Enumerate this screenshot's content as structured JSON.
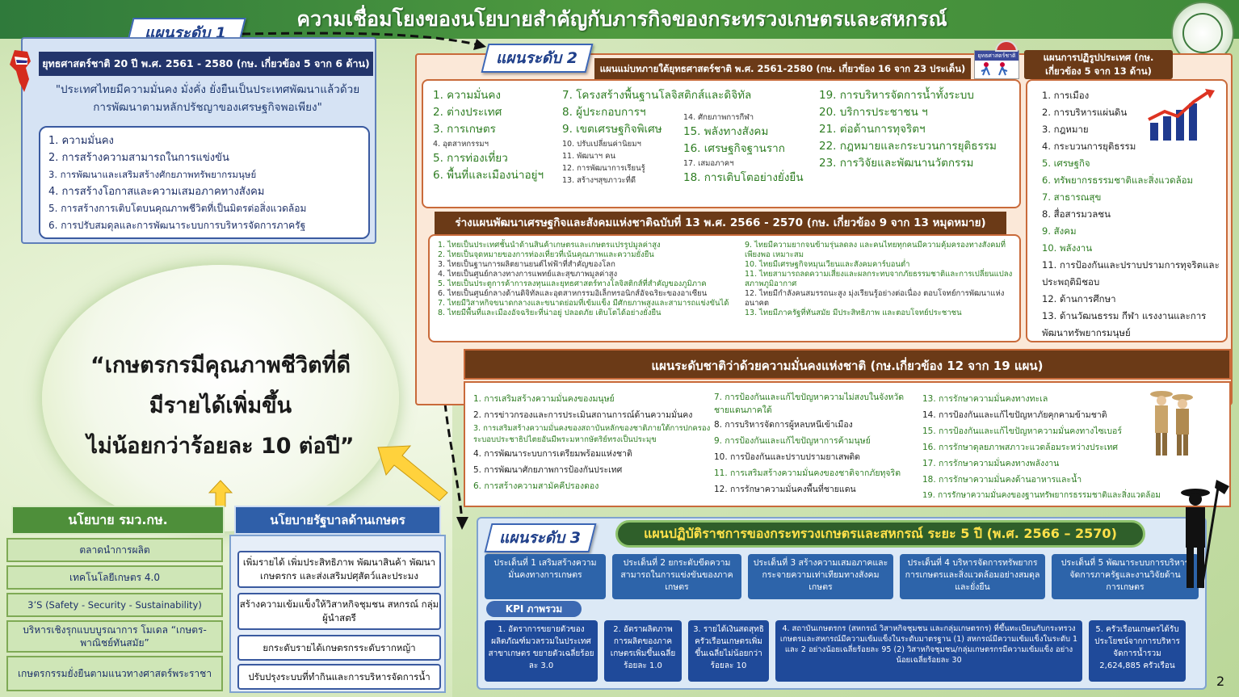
{
  "title": "ความเชื่อมโยงของนโยบายสำคัญกับภารกิจของกระทรวงเกษตรและสหกรณ์",
  "level1": {
    "tag": "แผนระดับ 1",
    "header": "ยุทธศาสตร์ชาติ 20 ปี พ.ศ. 2561 - 2580 (กษ. เกี่ยวข้อง 5 จาก 6 ด้าน)",
    "vision": "\"ประเทศไทยมีความมั่นคง มั่งคั่ง ยั่งยืนเป็นประเทศพัฒนาแล้วด้วยการพัฒนาตามหลักปรัชญาของเศรษฐกิจพอเพียง\"",
    "items": [
      "1. ความมั่นคง",
      "2. การสร้างความสามารถในการแข่งขัน",
      "3. การพัฒนาและเสริมสร้างศักยภาพทรัพยากรมนุษย์",
      "4. การสร้างโอกาสและความเสมอภาคทางสังคม",
      "5. การสร้างการเติบโตบนคุณภาพชีวิตที่เป็นมิตรต่อสิ่งแวดล้อม",
      "6. การปรับสมดุลและการพัฒนาระบบการบริหารจัดการภาครัฐ"
    ]
  },
  "level2": {
    "tag": "แผนระดับ 2",
    "master_header": "แผนแม่บทภายใต้ยุทธศาสตร์ชาติ พ.ศ. 2561-2580 (กษ. เกี่ยวข้อง 16 จาก 23 ประเด็น)",
    "strategy_badge": "ยุทธศาสตร์ชาติ",
    "master_col1": [
      "1. ความมั่นคง",
      "2. ต่างประเทศ",
      "3. การเกษตร",
      "4. อุตสาหกรรมฯ",
      "5. การท่องเที่ยว",
      "6. พื้นที่และเมืองน่าอยู่ฯ"
    ],
    "master_col2": [
      "7. โครงสร้างพื้นฐานโลจิสติกส์และดิจิทัล",
      "8. ผู้ประกอบการฯ",
      "9. เขตเศรษฐกิจพิเศษ",
      "10. ปรับเปลี่ยนค่านิยมฯ",
      "11. พัฒนาฯ คน",
      "12. การพัฒนาการเรียนรู้",
      "13. สร้างฯสุขภาวะที่ดี"
    ],
    "master_col3": [
      "14. ศักยภาพการกีฬา",
      "15. พลังทางสังคม",
      "16. เศรษฐกิจฐานราก",
      "17. เสมอภาคฯ",
      "18. การเติบโตอย่างยั่งยืน"
    ],
    "master_col4": [
      "19. การบริหารจัดการน้ำทั้งระบบ",
      "20. บริการประชาชน ฯ",
      "21. ต่อต้านการทุจริตฯ",
      "22. กฎหมายและกระบวนการยุติธรรม",
      "23. การวิจัยและพัฒนานวัตกรรม"
    ],
    "reform_header": "แผนการปฏิรูปประเทศ (กษ. เกี่ยวข้อง 5 จาก 13 ด้าน)",
    "reform_items": [
      "1. การเมือง",
      "2. การบริหารแผ่นดิน",
      "3. กฎหมาย",
      "4. กระบวนการยุติธรรม",
      "5. เศรษฐกิจ",
      "6. ทรัพยากรธรรมชาติและสิ่งแวดล้อม",
      "7. สาธารณสุข",
      "8. สื่อสารมวลชน",
      "9. สังคม",
      "10. พลังงาน",
      "11. การป้องกันและปราบปรามการทุจริตและประพฤติมิชอบ",
      "12. ด้านการศึกษา",
      "13. ด้านวัฒนธรรม กีฬา แรงงานและการพัฒนาทรัพยากรมนุษย์"
    ],
    "plan13_header": "ร่างแผนพัฒนาเศรษฐกิจและสังคมแห่งชาติฉบับที่ 13 พ.ศ. 2566 - 2570 (กษ. เกี่ยวข้อง 9 จาก 13 หมุดหมาย)",
    "plan13_left": [
      "1. ไทยเป็นประเทศชั้นนำด้านสินค้าเกษตรและเกษตรแปรรูปมูลค่าสูง",
      "2. ไทยเป็นจุดหมายของการท่องเที่ยวที่เน้นคุณภาพและความยั่งยืน",
      "3. ไทยเป็นฐานการผลิตยานยนต์ไฟฟ้าที่สำคัญของโลก",
      "4. ไทยเป็นศูนย์กลางทางการแพทย์และสุขภาพมูลค่าสูง",
      "5. ไทยเป็นประตูการค้าการลงทุนและยุทธศาสตร์ทางโลจิสติกส์ที่สำคัญของภูมิภาค",
      "6. ไทยเป็นศูนย์กลางด้านดิจิทัลและอุตสาหกรรมอิเล็กทรอนิกส์อัจฉริยะของอาเซียน",
      "7. ไทยมีวิสาหกิจขนาดกลางและขนาดย่อมที่เข้มแข็ง มีศักยภาพสูงและสามารถแข่งขันได้",
      "8. ไทยมีพื้นที่และเมืองอัจฉริยะที่น่าอยู่ ปลอดภัย เติบโตได้อย่างยั่งยืน"
    ],
    "plan13_right": [
      "9. ไทยมีความยากจนข้ามรุ่นลดลง และคนไทยทุกคนมีความคุ้มครองทางสังคมที่เพียงพอ เหมาะสม",
      "10. ไทยมีเศรษฐกิจหมุนเวียนและสังคมคาร์บอนต่ำ",
      "11. ไทยสามารถลดความเสี่ยงและผลกระทบจากภัยธรรมชาติและการเปลี่ยนแปลงสภาพภูมิอากาศ",
      "12. ไทยมีกำลังคนสมรรถนะสูง มุ่งเรียนรู้อย่างต่อเนื่อง ตอบโจทย์การพัฒนาแห่งอนาคต",
      "13. ไทยมีภาครัฐที่ทันสมัย มีประสิทธิภาพ และตอบโจทย์ประชาชน"
    ],
    "security_header": "แผนระดับชาติว่าด้วยความมั่นคงแห่งชาติ (กษ.เกี่ยวข้อง 12 จาก 19 แผน)",
    "security_col1": [
      "1. การเสริมสร้างความมั่นคงของมนุษย์",
      "2. การข่าวกรองและการประเมินสถานการณ์ด้านความมั่นคง",
      "3. การเสริมสร้างความมั่นคงของสถาบันหลักของชาติภายใต้การปกครองระบอบประชาธิปไตยอันมีพระมหากษัตริย์ทรงเป็นประมุข",
      "4. การพัฒนาระบบการเตรียมพร้อมแห่งชาติ",
      "5. การพัฒนาศักยภาพการป้องกันประเทศ",
      "6. การสร้างความสามัคคีปรองดอง"
    ],
    "security_col2": [
      "7. การป้องกันและแก้ไขปัญหาความไม่สงบในจังหวัดชายแดนภาคใต้",
      "8. การบริหารจัดการผู้หลบหนีเข้าเมือง",
      "9. การป้องกันและแก้ไขปัญหาการค้ามนุษย์",
      "10. การป้องกันและปราบปรามยาเสพติด",
      "11. การเสริมสร้างความมั่นคงของชาติจากภัยทุจริต",
      "12. การรักษาความมั่นคงพื้นที่ชายแดน"
    ],
    "security_col3": [
      "13. การรักษาความมั่นคงทางทะเล",
      "14. การป้องกันและแก้ไขปัญหาภัยคุกคามข้ามชาติ",
      "15. การป้องกันและแก้ไขปัญหาความมั่นคงทางไซเบอร์",
      "16. การรักษาดุลยภาพสภาวะแวดล้อมระหว่างประเทศ",
      "17. การรักษาความมั่นคงทางพลังงาน",
      "18. การรักษาความมั่นคงด้านอาหารและน้ำ",
      "19. การรักษาความมั่นคงของฐานทรัพยากรธรรมชาติและสิ่งแวดล้อม"
    ]
  },
  "level3": {
    "tag": "แผนระดับ 3",
    "header": "แผนปฏิบัติราชการของกระทรวงเกษตรและสหกรณ์ ระยะ 5 ปี (พ.ศ. 2566 – 2570)",
    "issues": [
      "ประเด็นที่ 1 เสริมสร้างความมั่นคงทางการเกษตร",
      "ประเด็นที่ 2 ยกระดับขีดความสามารถในการแข่งขันของภาคเกษตร",
      "ประเด็นที่ 3 สร้างความเสมอภาคและกระจายความเท่าเทียมทางสังคมเกษตร",
      "ประเด็นที่ 4 บริหารจัดการทรัพยากรการเกษตรและสิ่งแวดล้อมอย่างสมดุลและยั่งยืน",
      "ประเด็นที่ 5 พัฒนาระบบการบริหารจัดการภาครัฐและงานวิจัยด้านการเกษตร"
    ],
    "kpi_label": "KPI ภาพรวม",
    "kpis": [
      "1. อัตราการขยายตัวของผลิตภัณฑ์มวลรวมในประเทศสาขาเกษตร ขยายตัวเฉลี่ยร้อยละ 3.0",
      "2. อัตราผลิตภาพการผลิตของภาคเกษตรเพิ่มขึ้นเฉลี่ยร้อยละ 1.0",
      "3. รายได้เงินสดสุทธิครัวเรือนเกษตรเพิ่มขึ้นเฉลี่ยไม่น้อยกว่าร้อยละ 10",
      "4. สถาบันเกษตรกร (สหกรณ์ วิสาหกิจชุมชน และกลุ่มเกษตรกร) ที่ขึ้นทะเบียนกับกระทรวงเกษตรและสหกรณ์มีความเข้มแข็งในระดับมาตรฐาน (1) สหกรณ์มีความเข้มแข็งในระดับ 1 และ 2 อย่างน้อยเฉลี่ยร้อยละ 95 (2) วิสาหกิจชุมชน/กลุ่มเกษตรกรมีความเข้มแข็ง อย่างน้อยเฉลี่ยร้อยละ 30",
      "5. ครัวเรือนเกษตรได้รับประโยชน์จากการบริหารจัดการน้ำรวม 2,624,885 ครัวเรือน"
    ]
  },
  "goal": [
    "“เกษตรกรมีคุณภาพชีวิตที่ดี",
    "มีรายได้เพิ่มขึ้น",
    "ไม่น้อยกว่าร้อยละ 10 ต่อปี”"
  ],
  "minister": {
    "header": "นโยบาย รมว.กษ.",
    "items": [
      "ตลาดนำการผลิต",
      "เทคโนโลยีเกษตร 4.0",
      "3’S (Safety - Security - Sustainability)",
      "บริหารเชิงรุกแบบบูรณาการ โมเดล “เกษตร-พาณิชย์ทันสมัย”",
      "เกษตรกรรมยั่งยืนตามแนวทางศาสตร์พระราชา"
    ]
  },
  "government": {
    "header": "นโยบายรัฐบาลด้านเกษตร",
    "items": [
      "เพิ่มรายได้ เพิ่มประสิทธิภาพ พัฒนาสินค้า พัฒนาเกษตรกร และส่งเสริมปศุสัตว์และประมง",
      "สร้างความเข้มแข็งให้วิสาหกิจชุมชน สหกรณ์ กลุ่มผู้นำสตรี",
      "ยกระดับรายได้เกษตรกรระดับรากหญ้า",
      "ปรับปรุงระบบที่ทำกินและการบริหารจัดการน้ำ"
    ]
  },
  "page_number": "2",
  "colors": {
    "brown_header": "#6b3a17",
    "green_text": "#2e7d22",
    "navy": "#23356b",
    "blue_box": "#2d64aa"
  }
}
